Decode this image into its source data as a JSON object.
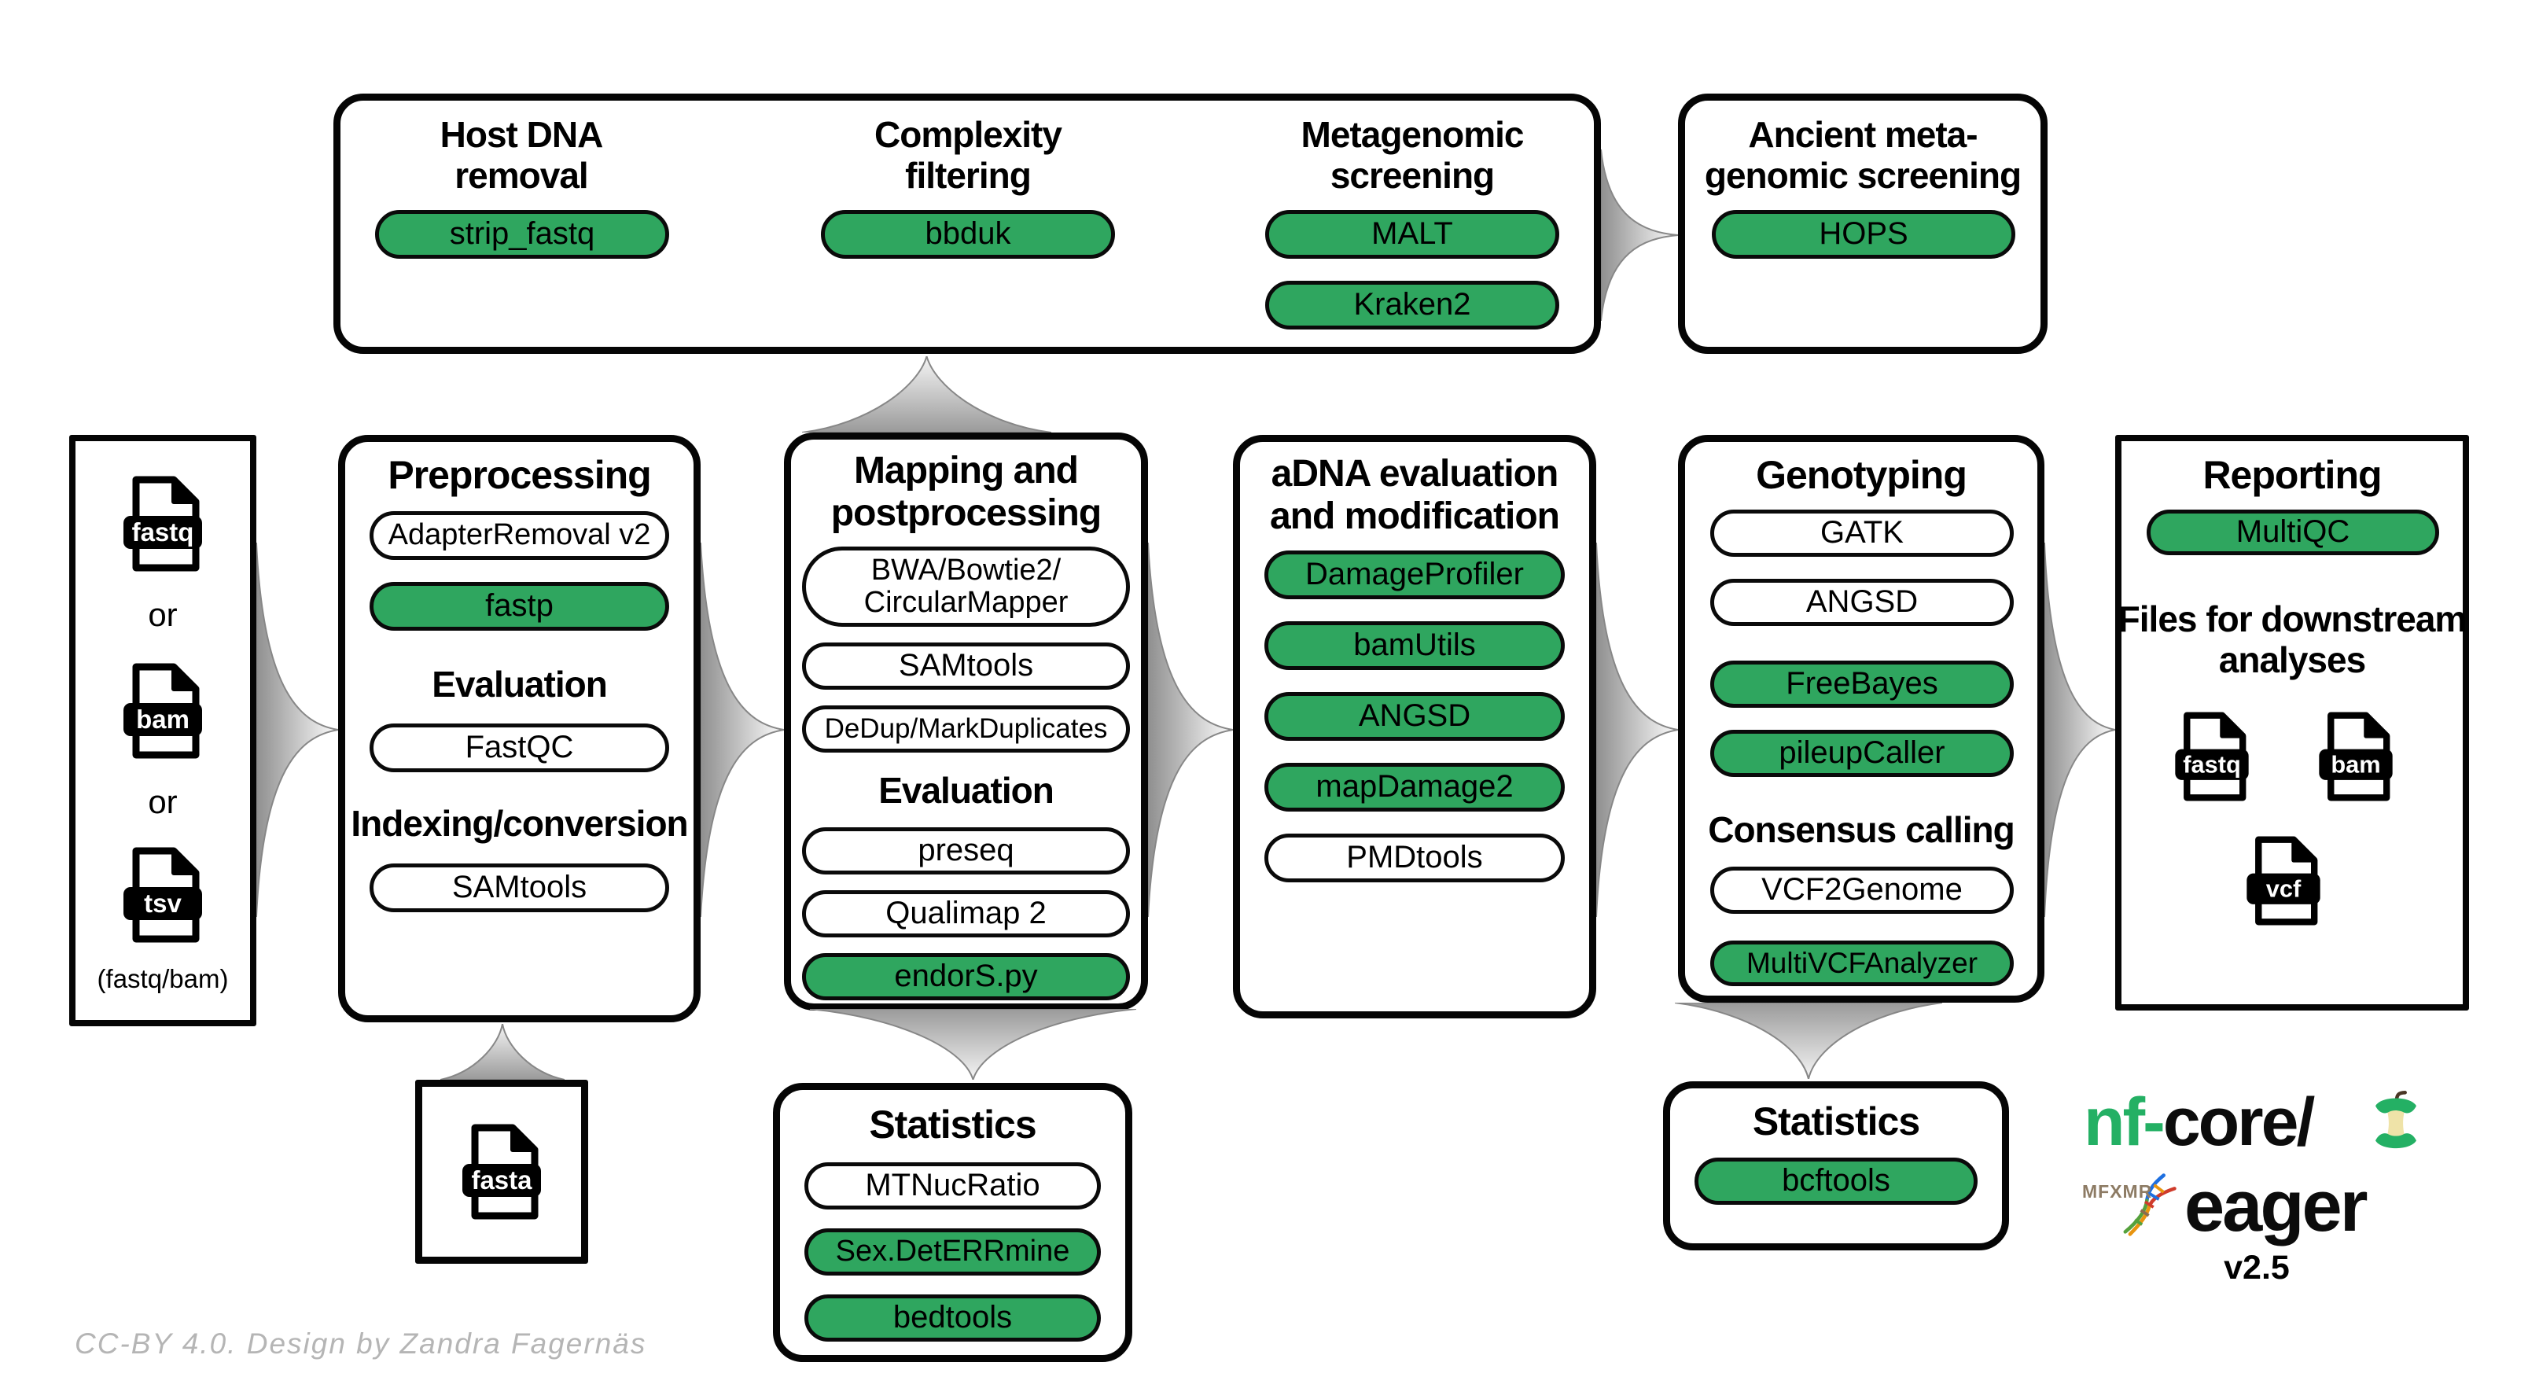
{
  "colors": {
    "pill_green": "#2FA65F",
    "logo_green": "#24B064"
  },
  "screening_box": {
    "columns": [
      {
        "heading": "Host DNA\nremoval",
        "pills": [
          {
            "label": "strip_fastq",
            "style": "green"
          }
        ]
      },
      {
        "heading": "Complexity\nfiltering",
        "pills": [
          {
            "label": "bbduk",
            "style": "green"
          }
        ]
      },
      {
        "heading": "Metagenomic\nscreening",
        "pills": [
          {
            "label": "MALT",
            "style": "green"
          },
          {
            "label": "Kraken2",
            "style": "green"
          }
        ]
      }
    ]
  },
  "ancient_box": {
    "heading": "Ancient meta-\ngenomic screening",
    "pills": [
      {
        "label": "HOPS",
        "style": "green"
      }
    ]
  },
  "input_box": {
    "files": [
      {
        "type": "fastq"
      },
      {
        "type": "bam"
      },
      {
        "type": "tsv"
      }
    ],
    "or_label": "or",
    "note": "(fastq/bam)"
  },
  "preprocessing_box": {
    "heading": "Preprocessing",
    "pills": [
      {
        "label": "AdapterRemoval v2",
        "style": "white"
      },
      {
        "label": "fastp",
        "style": "green"
      }
    ],
    "evaluation_heading": "Evaluation",
    "evaluation_pills": [
      {
        "label": "FastQC",
        "style": "white"
      }
    ],
    "indexing_heading": "Indexing/conversion",
    "indexing_pills": [
      {
        "label": "SAMtools",
        "style": "white"
      }
    ]
  },
  "mapping_box": {
    "heading": "Mapping and\npostprocessing",
    "pills": [
      {
        "label": "BWA/Bowtie2/\nCircularMapper",
        "style": "white"
      },
      {
        "label": "SAMtools",
        "style": "white"
      },
      {
        "label": "DeDup/MarkDuplicates",
        "style": "white"
      }
    ],
    "evaluation_heading": "Evaluation",
    "evaluation_pills": [
      {
        "label": "preseq",
        "style": "white"
      },
      {
        "label": "Qualimap 2",
        "style": "white"
      },
      {
        "label": "endorS.py",
        "style": "green"
      }
    ]
  },
  "adna_box": {
    "heading": "aDNA evaluation\nand modification",
    "pills": [
      {
        "label": "DamageProfiler",
        "style": "green"
      },
      {
        "label": "bamUtils",
        "style": "green"
      },
      {
        "label": "ANGSD",
        "style": "green"
      },
      {
        "label": "mapDamage2",
        "style": "green"
      },
      {
        "label": "PMDtools",
        "style": "white"
      }
    ]
  },
  "genotyping_box": {
    "heading": "Genotyping",
    "pills": [
      {
        "label": "GATK",
        "style": "white"
      },
      {
        "label": "ANGSD",
        "style": "white"
      },
      {
        "label": "FreeBayes",
        "style": "green"
      },
      {
        "label": "pileupCaller",
        "style": "green"
      }
    ],
    "consensus_heading": "Consensus calling",
    "consensus_pills": [
      {
        "label": "VCF2Genome",
        "style": "white"
      },
      {
        "label": "MultiVCFAnalyzer",
        "style": "green"
      }
    ]
  },
  "reporting_box": {
    "heading": "Reporting",
    "pills": [
      {
        "label": "MultiQC",
        "style": "green"
      }
    ],
    "downstream_heading": "Files for downstream\nanalyses",
    "files": [
      {
        "type": "fastq"
      },
      {
        "type": "bam"
      },
      {
        "type": "vcf"
      }
    ]
  },
  "fasta_box": {
    "file": "fasta"
  },
  "stats_mapping_box": {
    "heading": "Statistics",
    "pills": [
      {
        "label": "MTNucRatio",
        "style": "white"
      },
      {
        "label": "Sex.DetERRmine",
        "style": "green"
      },
      {
        "label": "bedtools",
        "style": "green"
      }
    ]
  },
  "stats_genotyping_box": {
    "heading": "Statistics",
    "pills": [
      {
        "label": "bcftools",
        "style": "green"
      }
    ]
  },
  "logo": {
    "brand_prefix": "nf-",
    "brand_core": "core/",
    "pipeline_name": "eager",
    "version": "v2.5",
    "rune_text": "MFXMR"
  },
  "footer": {
    "credit": "CC-BY 4.0. Design by Zandra Fagernäs"
  }
}
